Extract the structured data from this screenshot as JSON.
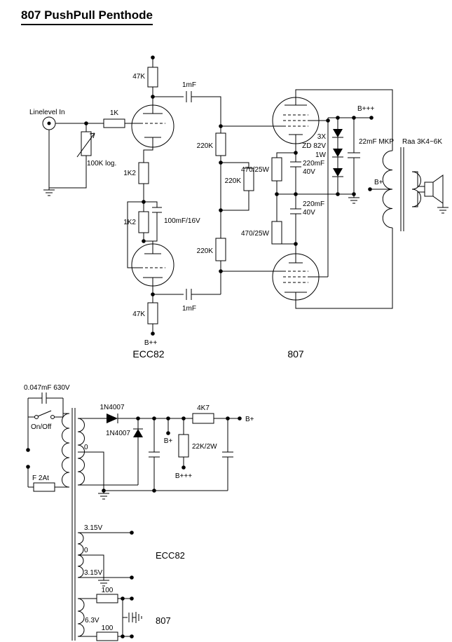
{
  "title": "807 PushPull Penthode",
  "amp": {
    "input_label": "Linelevel In",
    "pot_label": "100K log.",
    "r1k": "1K",
    "r47k_top": "47K",
    "c1mf_top": "1mF",
    "r220k_top": "220K",
    "r220k_mid": "220K",
    "r220k_bottom": "220K",
    "r1k2_top": "1K2",
    "r1k2_bottom": "1K2",
    "c100mf": "100mF/16V",
    "r47k_bottom": "47K",
    "c1mf_bottom": "1mF",
    "b_plus2": "B++",
    "r470_top": "470/25W",
    "r470_bottom": "470/25W",
    "c220mf_top": [
      "220mF",
      "40V"
    ],
    "c220mf_bottom": [
      "220mF",
      "40V"
    ],
    "zener_label": [
      "3X",
      "ZD 82V",
      "1W"
    ],
    "c22mf": "22mF MKP",
    "b_plus3": "B+++",
    "b_plus": "B+",
    "raa": "Raa 3K4~6K",
    "tube_left": "ECC82",
    "tube_right": "807"
  },
  "psu": {
    "c_snubber": "0.047mF 630V",
    "switch_label": "On/Off",
    "fuse_label": "F 2At",
    "d1": "1N4007",
    "d2": "1N4007",
    "r4k7": "4K7",
    "b_plus_out": "B+",
    "b_plus_tap": "B+",
    "r22k": "22K/2W",
    "b_plus3_out": "B+++",
    "sec_zero": "0",
    "heater1": {
      "top": "3.15V",
      "mid": "0",
      "bottom": "3.15V",
      "tube": "ECC82"
    },
    "heater2": {
      "r_top": "100",
      "label": "6.3V",
      "r_bottom": "100",
      "tube": "807"
    }
  }
}
